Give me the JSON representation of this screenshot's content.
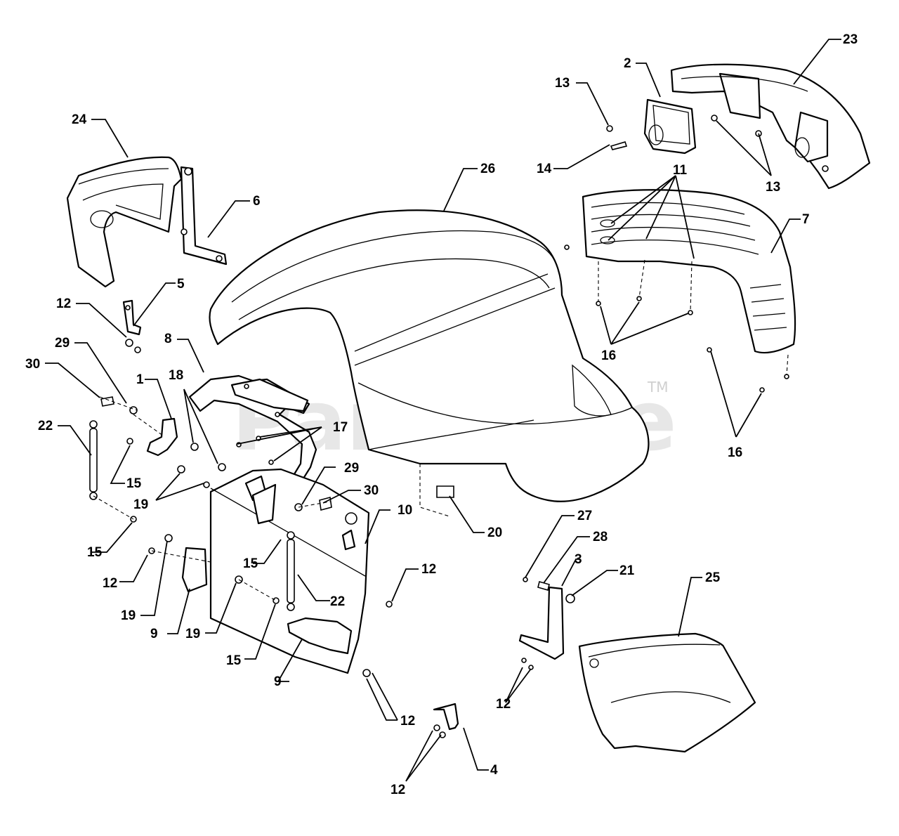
{
  "watermark": {
    "text": "PartsTree",
    "trademark": "TM"
  },
  "callouts": {
    "c1": "1",
    "c2": "2",
    "c3": "3",
    "c4": "4",
    "c5": "5",
    "c6": "6",
    "c7": "7",
    "c8": "8",
    "c9a": "9",
    "c9b": "9",
    "c10": "10",
    "c11": "11",
    "c12a": "12",
    "c12b": "12",
    "c12c": "12",
    "c12d": "12",
    "c12e": "12",
    "c12f": "12",
    "c13a": "13",
    "c13b": "13",
    "c14": "14",
    "c15a": "15",
    "c15b": "15",
    "c15c": "15",
    "c15d": "15",
    "c16a": "16",
    "c16b": "16",
    "c17": "17",
    "c18": "18",
    "c19a": "19",
    "c19b": "19",
    "c19c": "19",
    "c20": "20",
    "c21": "21",
    "c22a": "22",
    "c22b": "22",
    "c23": "23",
    "c24": "24",
    "c25": "25",
    "c26": "26",
    "c27": "27",
    "c28": "28",
    "c29a": "29",
    "c29b": "29",
    "c30a": "30",
    "c30b": "30"
  }
}
